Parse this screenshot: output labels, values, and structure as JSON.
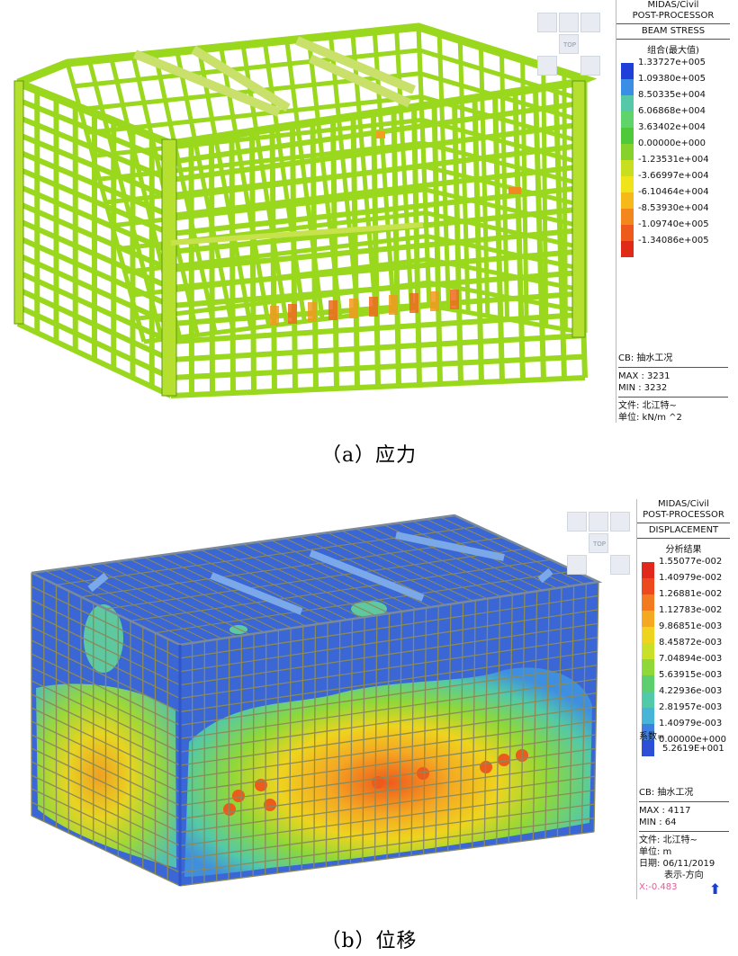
{
  "panel_a": {
    "legend": {
      "app": "MIDAS/Civil",
      "module": "POST-PROCESSOR",
      "result_type": "BEAM STRESS",
      "component": "组合(最大值)",
      "scale": [
        {
          "value": "1.33727e+005",
          "color": "#1f3fd8"
        },
        {
          "value": "1.09380e+005",
          "color": "#3a8ee6"
        },
        {
          "value": "8.50335e+004",
          "color": "#55c8a8"
        },
        {
          "value": "6.06868e+004",
          "color": "#5fd46a"
        },
        {
          "value": "3.63402e+004",
          "color": "#4fc93a"
        },
        {
          "value": "0.00000e+000",
          "color": "#86d22a"
        },
        {
          "value": "-1.23531e+004",
          "color": "#c7df1e"
        },
        {
          "value": "-3.66997e+004",
          "color": "#efe41a"
        },
        {
          "value": "-6.10464e+004",
          "color": "#f5b91a"
        },
        {
          "value": "-8.53930e+004",
          "color": "#f2871c"
        },
        {
          "value": "-1.09740e+005",
          "color": "#ee5a1c"
        },
        {
          "value": "-1.34086e+005",
          "color": "#e02a18"
        }
      ],
      "load_case": "CB: 抽水工况",
      "max": "MAX : 3231",
      "min": "MIN : 3232",
      "file": "文件: 北江特~",
      "unit": "单位: kN/m ^2"
    },
    "navcube_label": "TOP",
    "caption": "（a）应力"
  },
  "panel_b": {
    "legend": {
      "app": "MIDAS/Civil",
      "module": "POST-PROCESSOR",
      "result_type": "DISPLACEMENT",
      "component": "分析结果",
      "scale": [
        {
          "value": "1.55077e-002",
          "color": "#e0281c"
        },
        {
          "value": "1.40979e-002",
          "color": "#ec4a1e"
        },
        {
          "value": "1.26881e-002",
          "color": "#f27a20"
        },
        {
          "value": "1.12783e-002",
          "color": "#f5a822"
        },
        {
          "value": "9.86851e-003",
          "color": "#eed41e"
        },
        {
          "value": "8.45872e-003",
          "color": "#c8e028"
        },
        {
          "value": "7.04894e-003",
          "color": "#8ed83a"
        },
        {
          "value": "5.63915e-003",
          "color": "#5ecf6e"
        },
        {
          "value": "4.22936e-003",
          "color": "#52c9a8"
        },
        {
          "value": "2.81957e-003",
          "color": "#48b4d8"
        },
        {
          "value": "1.40979e-003",
          "color": "#3f7fe0"
        },
        {
          "value": "0.00000e+000",
          "color": "#2c4fd6"
        }
      ],
      "factor_label": "系数=",
      "factor_value": "5.2619E+001",
      "load_case": "CB: 抽水工况",
      "max": "MAX : 4117",
      "min": "MIN : 64",
      "file": "文件: 北江特~",
      "unit": "单位: m",
      "date": "日期: 06/11/2019",
      "direction": "表示-方向",
      "x_dir": "X:-0.483"
    },
    "navcube_label": "TOP",
    "caption": "（b）位移"
  },
  "colors": {
    "frame_green": "#9ad81e",
    "frame_dark": "#5f9a12",
    "disp_blue": "#3a66d6",
    "mesh_line": "#8a8a5a"
  }
}
